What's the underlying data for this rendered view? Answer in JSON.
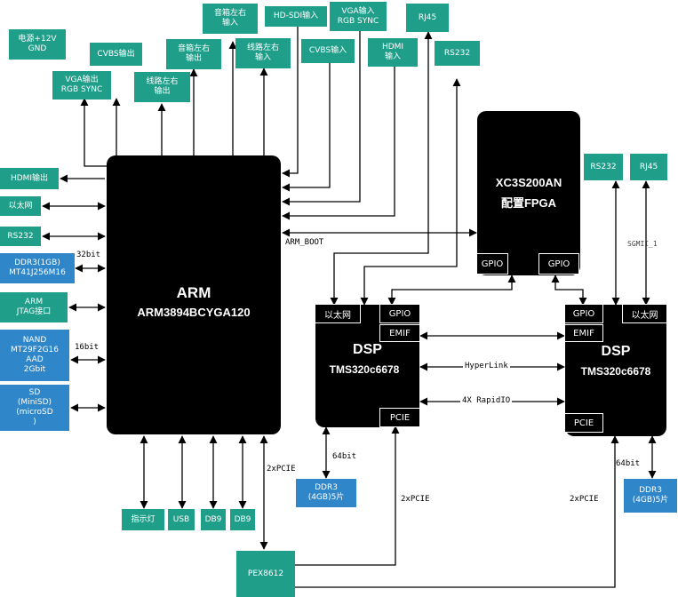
{
  "arm": {
    "title": "ARM",
    "model": "ARM3894BCYGA120"
  },
  "fpga": {
    "title": "XC3S200AN",
    "subtitle": "配置FPGA",
    "gpio_left": "GPIO",
    "gpio_right": "GPIO"
  },
  "dsp_left": {
    "title": "DSP",
    "model": "TMS320c6678",
    "eth": "以太网",
    "gpio": "GPIO",
    "emif": "EMIF",
    "pcie": "PCIE"
  },
  "dsp_right": {
    "title": "DSP",
    "model": "TMS320c6678",
    "eth": "以太网",
    "gpio": "GPIO",
    "emif": "EMIF",
    "pcie": "PCIE"
  },
  "top_labels": {
    "power": "电源+12V\nGND",
    "vga_out": "VGA输出\nRGB SYNC",
    "cvbs_out": "CVBS输出",
    "line_out": "线路左右\n输出",
    "spk_out": "音箱左右\n输出",
    "spk_in": "音箱左右\n输入",
    "line_in": "线路左右\n输入",
    "hdsdi_in": "HD-SDI输入",
    "cvbs_in": "CVBS输入",
    "vga_in": "VGA输入\nRGB SYNC",
    "hdmi_in": "HDMI\n输入",
    "rj45": "RJ45",
    "rs232": "RS232"
  },
  "left_labels": {
    "hdmi_out": "HDMI输出",
    "ethernet": "以太网",
    "rs232": "RS232",
    "ddr3": "DDR3(1GB)\nMT41J256M16",
    "jtag": "ARM\nJTAG接口",
    "nand": "NAND\nMT29F2G16\nAAD\n2Gbit",
    "sd": "SD\n(MiniSD)\n(microSD\n)"
  },
  "bottom_labels": {
    "led": "指示灯",
    "usb": "USB",
    "db9_a": "DB9",
    "db9_b": "DB9",
    "pex": "PEX8612"
  },
  "right_labels": {
    "rs232": "RS232",
    "rj45": "RJ45"
  },
  "ddr_left": "DDR3\n(4GB)5片",
  "ddr_right": "DDR3\n(4GB)5片",
  "notes": {
    "bits32": "32bit",
    "bits16": "16bit",
    "arm_boot": "ARM_BOOT",
    "hyperlink": "HyperLink",
    "rapidio": "4X RapidIO",
    "pcie_arm": "2xPCIE",
    "pcie_left": "2xPCIE",
    "pcie_right": "2xPCIE",
    "bits64_left": "64bit",
    "bits64_right": "64bit",
    "sgmii": "SGMII_1"
  }
}
